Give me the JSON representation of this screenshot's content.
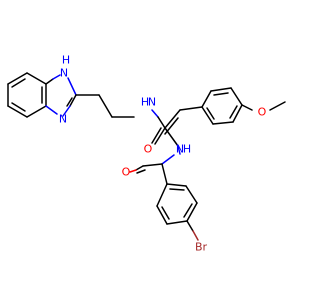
{
  "molecule": {
    "atoms": {
      "nh_imidazole": "H\nN",
      "n_imidazole": "N",
      "n_amide1": "N",
      "h_amide1": "H",
      "o_amide1": "O",
      "n_amide2": "N",
      "h_amide2": "H",
      "o_amide2": "O",
      "o_methoxy": "O",
      "br": "Br"
    },
    "colors": {
      "carbon_bond": "#000000",
      "nitrogen": "#0000ff",
      "oxygen": "#ff0000",
      "bromine": "#a52a2a",
      "background": "#ffffff"
    }
  }
}
